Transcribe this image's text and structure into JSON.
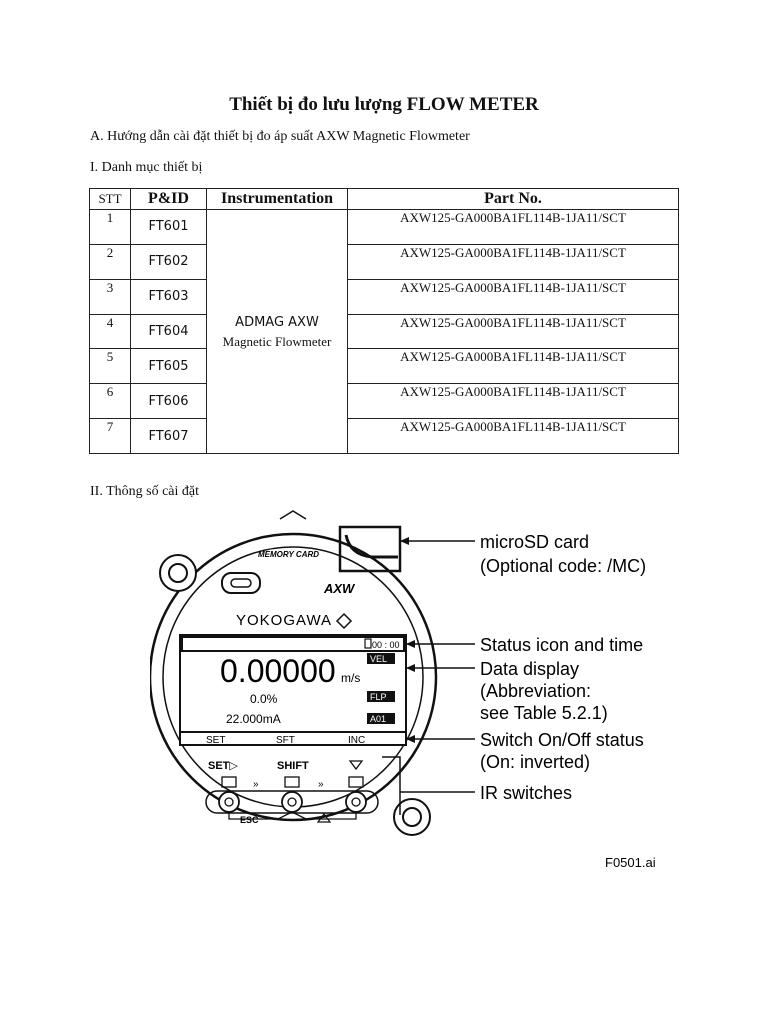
{
  "doc": {
    "title": "Thiết bị đo lưu lượng FLOW METER",
    "section_a": "A. Hướng dẫn cài đặt thiết bị đo áp suất AXW Magnetic Flowmeter",
    "section_1": "I. Danh mục thiết bị",
    "section_2": "II. Thông số cài đặt"
  },
  "table": {
    "headers": {
      "stt": "STT",
      "pid": "P&ID",
      "instrumentation": "Instrumentation",
      "part": "Part No."
    },
    "instrumentation_line1": "ADMAG AXW",
    "instrumentation_line2": "Magnetic Flowmeter",
    "rows": [
      {
        "stt": "1",
        "pid": "FT601",
        "part": "AXW125-GA000BA1FL114B-1JA11/SCT"
      },
      {
        "stt": "2",
        "pid": "FT602",
        "part": "AXW125-GA000BA1FL114B-1JA11/SCT"
      },
      {
        "stt": "3",
        "pid": "FT603",
        "part": "AXW125-GA000BA1FL114B-1JA11/SCT"
      },
      {
        "stt": "4",
        "pid": "FT604",
        "part": "AXW125-GA000BA1FL114B-1JA11/SCT"
      },
      {
        "stt": "5",
        "pid": "FT605",
        "part": "AXW125-GA000BA1FL114B-1JA11/SCT"
      },
      {
        "stt": "6",
        "pid": "FT606",
        "part": "AXW125-GA000BA1FL114B-1JA11/SCT"
      },
      {
        "stt": "7",
        "pid": "FT607",
        "part": "AXW125-GA000BA1FL114B-1JA11/SCT"
      }
    ]
  },
  "figure": {
    "memory_card": "MEMORY CARD",
    "logo": "AXW",
    "brand": "YOKOGAWA",
    "time": "00 : 00",
    "value": "0.00000",
    "unit": "m/s",
    "tag_vel": "VEL",
    "percent": "0.0%",
    "tag_flp": "FLP",
    "current": "22.000mA",
    "tag_a01": "A01",
    "sw_set": "SET",
    "sw_sft": "SFT",
    "sw_inc": "INC",
    "btn_set": "SET▷",
    "btn_shift": "SHIFT",
    "btn_esc": "ESC",
    "callout_sd_1": "microSD card",
    "callout_sd_2": "(Optional code: /MC)",
    "callout_status": "Status icon and time",
    "callout_data_1": "Data display",
    "callout_data_2": "(Abbreviation:",
    "callout_data_3": "see Table 5.2.1)",
    "callout_switch_1": "Switch On/Off status",
    "callout_switch_2": "(On: inverted)",
    "callout_ir": "IR switches",
    "fig_id": "F0501.ai"
  }
}
